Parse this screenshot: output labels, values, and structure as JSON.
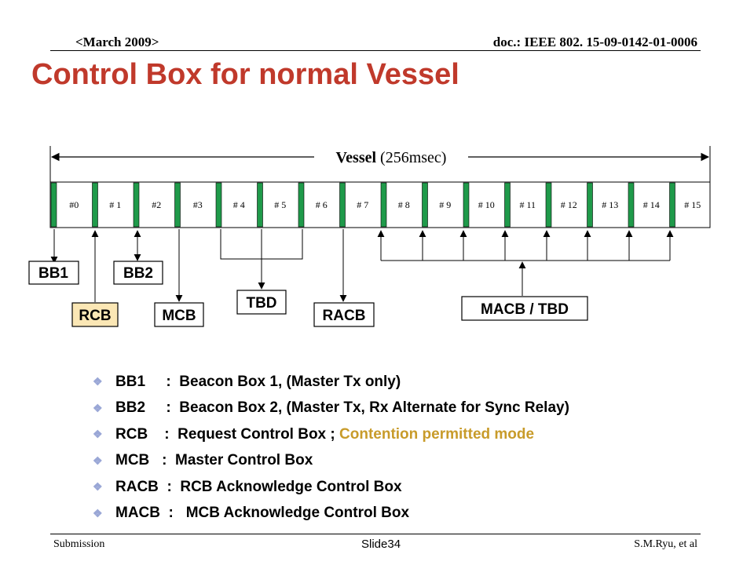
{
  "header": {
    "date": "<March 2009>",
    "doc": "doc.: IEEE 802. 15-09-0142-01-0006"
  },
  "title": "Control Box for normal Vessel",
  "diagram": {
    "vessel_label_bold": "Vessel",
    "vessel_label_rest": " (256msec)",
    "slots": [
      "#0",
      "# 1",
      "#2",
      "#3",
      "# 4",
      "# 5",
      "# 6",
      "# 7",
      "# 8",
      "# 9",
      "# 10",
      "# 11",
      "# 12",
      "# 13",
      "# 14",
      "# 15"
    ],
    "boxes": {
      "bb1": "BB1",
      "bb2": "BB2",
      "rcb": "RCB",
      "mcb": "MCB",
      "tbd": "TBD",
      "racb": "RACB",
      "macb": "MACB / TBD"
    },
    "colors": {
      "slot_marker": "#1f9a4a",
      "rcb_fill": "#fbe7b5",
      "title": "#c0392b",
      "accent": "#c89b2a"
    }
  },
  "bullets": [
    {
      "term": "BB1",
      "sep": "     :  ",
      "desc": "Beacon Box 1, (Master Tx only)"
    },
    {
      "term": "BB2",
      "sep": "     :  ",
      "desc": "Beacon Box 2, (Master Tx, Rx Alternate for Sync Relay)"
    },
    {
      "term": "RCB",
      "sep": "    :  ",
      "desc": "Request Control Box ; ",
      "accent": "Contention permitted mode"
    },
    {
      "term": "MCB",
      "sep": "   :  ",
      "desc": "Master Control Box"
    },
    {
      "term": "RACB",
      "sep": "  :  ",
      "desc": "RCB Acknowledge Control Box"
    },
    {
      "term": "MACB",
      "sep": "  :   ",
      "desc": "MCB Acknowledge Control Box"
    }
  ],
  "footer": {
    "submission": "Submission",
    "slide": "Slide34",
    "author": "S.M.Ryu, et al"
  }
}
